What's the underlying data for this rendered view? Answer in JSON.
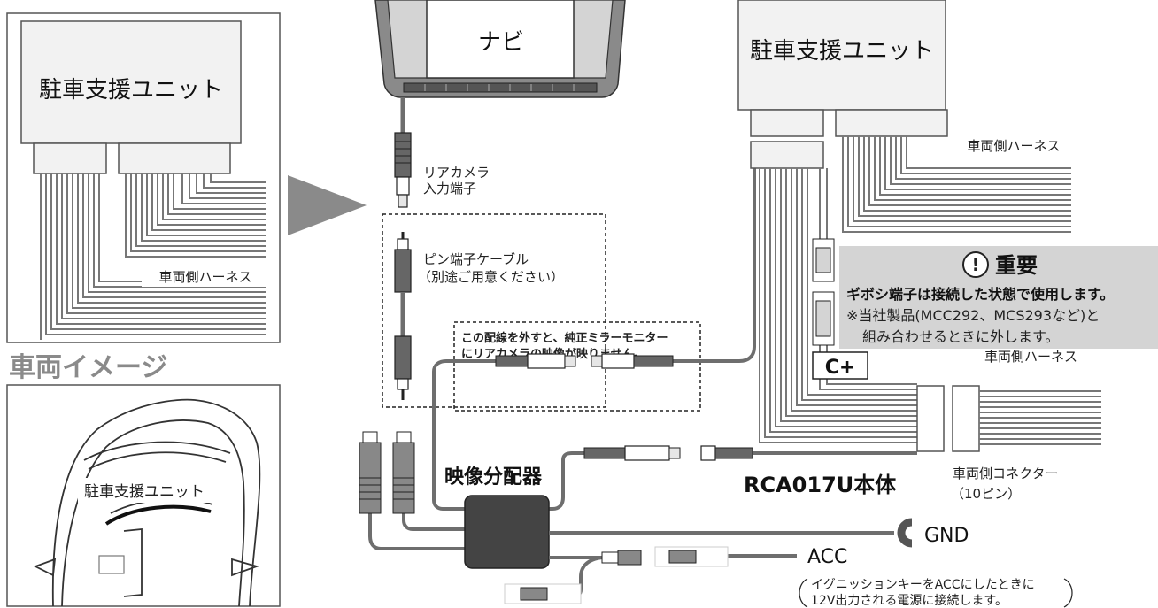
{
  "before": {
    "unit_label": "駐車支援ユニット",
    "harness_label": "車両側ハーネス"
  },
  "vehicle": {
    "title": "車両イメージ",
    "unit_label": "駐車支援ユニット"
  },
  "navi": {
    "label": "ナビ"
  },
  "rear_camera_input": {
    "line1": "リアカメラ",
    "line2": "入力端子"
  },
  "pin_cable": {
    "line1": "ピン端子ケーブル",
    "line2": "（別途ご用意ください）"
  },
  "warning": {
    "line1": "この配線を外すと、純正ミラーモニター",
    "line2": "にリアカメラの映像が映りません。"
  },
  "splitter": {
    "label": "映像分配器"
  },
  "main_unit": {
    "label": "駐車支援ユニット",
    "harness_top": "車両側ハーネス",
    "harness_right": "車両側ハーネス"
  },
  "important": {
    "icon": "!",
    "title": "重要",
    "line1": "ギボシ端子は接続した状態で使用します。",
    "line2": "※当社製品(MCC292、MCS293など)と",
    "line3": "組み合わせるときに外します。"
  },
  "cplus": {
    "label": "C+"
  },
  "product": {
    "label": "RCA017U本体"
  },
  "connector": {
    "line1": "車両側コネクター",
    "line2": "（10ピン）"
  },
  "gnd": {
    "label": "GND"
  },
  "acc": {
    "label": "ACC",
    "note1": "イグニッションキーをACCにしたときに",
    "note2": "12V出力される電源に接続します。"
  },
  "colors": {
    "line": "#6e6e6e",
    "box_fill": "#e6e6e6",
    "important_bg": "#d4d4d4",
    "arrow": "#8a8a8a",
    "splitter_fill": "#444444"
  }
}
